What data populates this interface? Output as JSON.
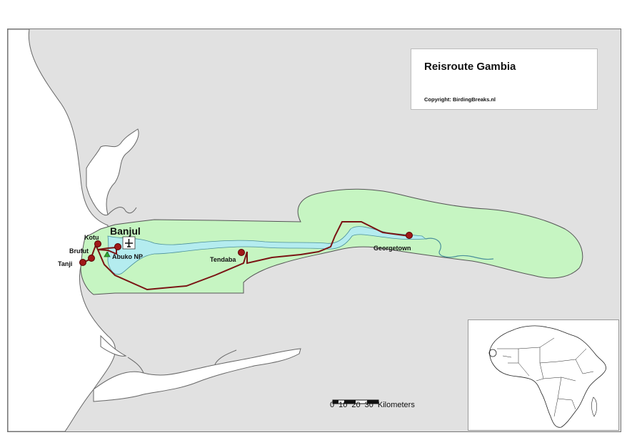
{
  "map": {
    "title": "Reisroute Gambia",
    "copyright": "Copyright: BirdingBreaks.nl",
    "capital": "Banjul",
    "places": [
      "Kotu",
      "Brufut",
      "Tanji",
      "Abuko NP",
      "Tendaba",
      "Georgetown"
    ],
    "colors": {
      "land": "#e1e1e1",
      "gambia": "#c6f5c2",
      "river": "#b4ecef",
      "route": "#7a1414",
      "stop": "#a01818",
      "reserve": "#33aa33"
    },
    "icons": [
      "airport-icon",
      "nature-reserve-icon",
      "route-stop-icon"
    ]
  },
  "scale": {
    "ticks": [
      "0",
      "10",
      "20",
      "30"
    ],
    "unit": "Kilometers"
  }
}
